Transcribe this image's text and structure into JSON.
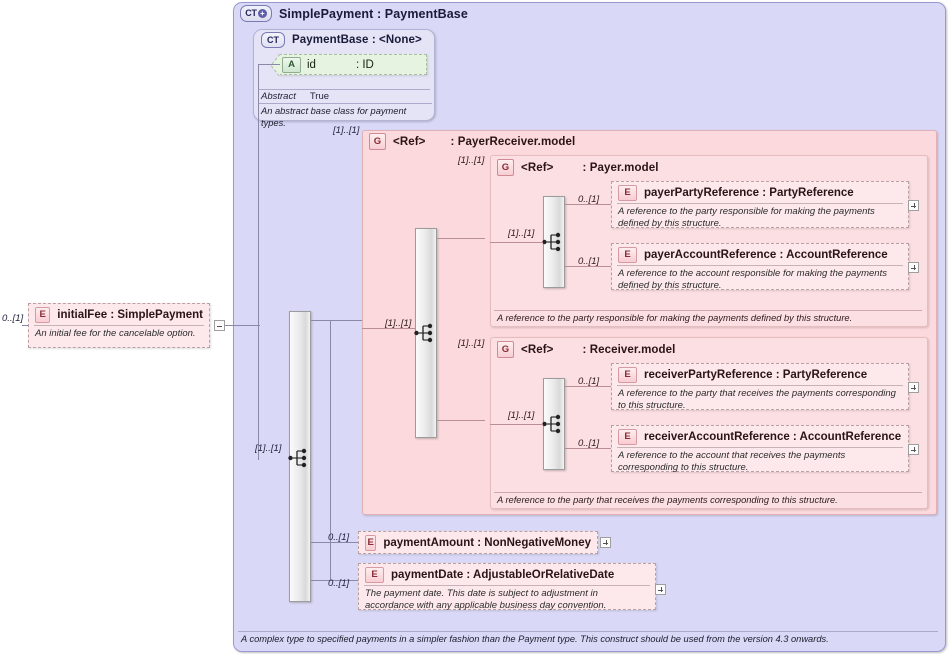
{
  "diagram": {
    "type": "xsd-schema-diagram",
    "root": {
      "badge": "CT",
      "badge_plus": "+",
      "title": "SimplePayment : PaymentBase",
      "footer_doc": "A complex type to specified payments in a simpler fashion than the Payment type. This construct should be used from the version 4.3 onwards."
    },
    "base_type": {
      "badge": "CT",
      "title": "PaymentBase : <None>",
      "attribute": {
        "badge": "A",
        "name": "id",
        "type": ": ID"
      },
      "property_key": "Abstract",
      "property_value": "True",
      "footer_doc": "An abstract base class for payment types."
    },
    "left_element": {
      "cardinality": "0..[1]",
      "badge": "E",
      "name": "initialFee : SimplePayment",
      "doc": "An initial fee for the cancelable option.",
      "toggle": "minus"
    },
    "payer_receiver_group": {
      "cardinality": "[1]..[1]",
      "badge": "G",
      "ref": "<Ref>",
      "title": ": PayerReceiver.model"
    },
    "payer_group": {
      "cardinality": "[1]..[1]",
      "badge": "G",
      "ref": "<Ref>",
      "title": ": Payer.model",
      "inner_cardinality": "[1]..[1]",
      "footer_doc": "A reference to the party responsible for making the payments defined by this structure.",
      "elements": [
        {
          "cardinality": "0..[1]",
          "badge": "E",
          "name": "payerPartyReference : PartyReference",
          "doc": "A reference to the party responsible for making the payments defined by this structure.",
          "toggle": "plus"
        },
        {
          "cardinality": "0..[1]",
          "badge": "E",
          "name": "payerAccountReference : AccountReference",
          "doc": "A reference to the account responsible for making the payments defined by this structure.",
          "toggle": "plus"
        }
      ]
    },
    "receiver_group": {
      "cardinality": "[1]..[1]",
      "badge": "G",
      "ref": "<Ref>",
      "title": ": Receiver.model",
      "inner_cardinality": "[1]..[1]",
      "footer_doc": "A reference to the party that receives the payments corresponding to this structure.",
      "elements": [
        {
          "cardinality": "0..[1]",
          "badge": "E",
          "name": "receiverPartyReference : PartyReference",
          "doc": "A reference to the party that receives the payments corresponding to this structure.",
          "toggle": "plus"
        },
        {
          "cardinality": "0..[1]",
          "badge": "E",
          "name": "receiverAccountReference : AccountReference",
          "doc": "A reference to the account that receives the payments corresponding to this structure.",
          "toggle": "plus"
        }
      ]
    },
    "bottom_elements": [
      {
        "cardinality": "0..[1]",
        "badge": "E",
        "name": "paymentAmount : NonNegativeMoney",
        "doc": "",
        "toggle": "plus"
      },
      {
        "cardinality": "0..[1]",
        "badge": "E",
        "name": "paymentDate : AdjustableOrRelativeDate",
        "doc": "The payment date. This date is subject to adjustment in accordance with any applicable business day convention.",
        "toggle": "plus"
      }
    ],
    "root_sequence_cardinality": "[1]..[1]",
    "colors": {
      "container_lavender": "#d9d9f7",
      "container_inner_lavender": "#e4e4f6",
      "group_pink": "#fbd9dc",
      "group_inner_pink": "#fcdfe2",
      "element_pink": "#fde9eb",
      "attribute_green": "#e6f3e0",
      "connector": "#8a8aa8"
    }
  }
}
